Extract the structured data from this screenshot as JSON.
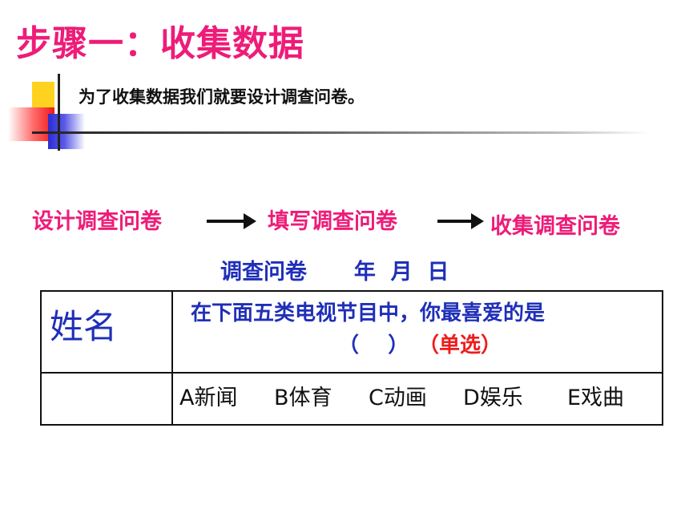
{
  "title": "步骤一：收集数据",
  "subtitle": "为了收集数据我们就要设计调查问卷。",
  "flow": {
    "steps": [
      "设计调查问卷",
      "填写调查问卷",
      "收集调查问卷"
    ]
  },
  "survey": {
    "title": "调查问卷",
    "date_text": "年  月  日",
    "name_label": "姓名",
    "question": "在下面五类电视节目中，你最喜爱的是",
    "answer_blank": "（    ）",
    "answer_hint": "（单选）",
    "options": [
      "A新闻",
      "B体育",
      "C动画",
      "D娱乐",
      "E戏曲"
    ]
  },
  "colors": {
    "title": "#ee1c78",
    "blue_text": "#1f2fb8",
    "red_text": "#ee1c1c"
  }
}
